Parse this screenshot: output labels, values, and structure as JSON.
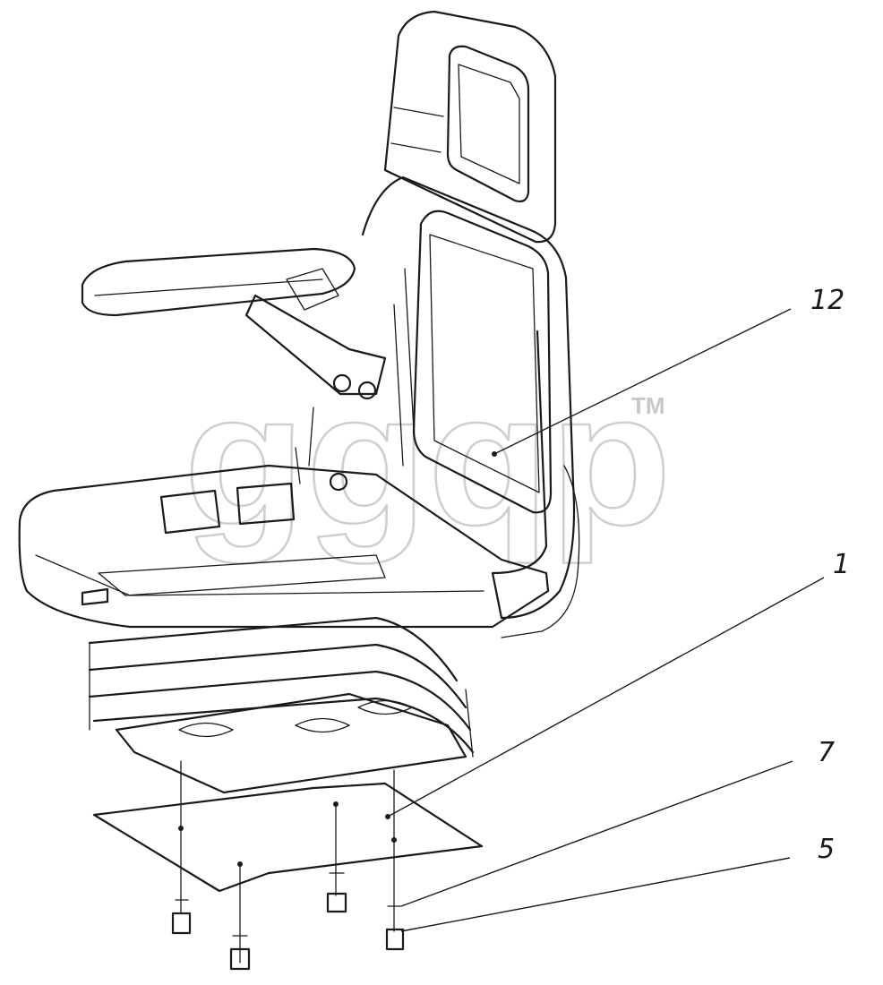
{
  "watermark": {
    "text": "ggqp",
    "mark": "TM"
  },
  "callouts": [
    {
      "id": "12",
      "label": "12"
    },
    {
      "id": "1",
      "label": "1"
    },
    {
      "id": "7",
      "label": "7"
    },
    {
      "id": "5",
      "label": "5"
    }
  ]
}
